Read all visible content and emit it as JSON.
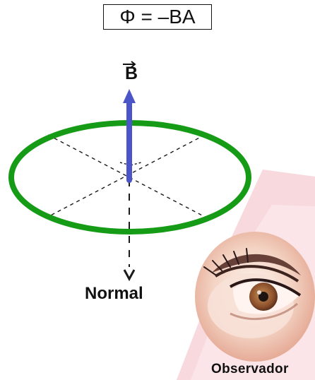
{
  "formula": "Φ = –BA",
  "vector_label": "B",
  "normal_label": "Normal",
  "observer_label": "Observador",
  "colors": {
    "loop": "#159b16",
    "arrow": "#4c55c8",
    "dash": "#1b1b1b",
    "watermark": "#f7d7dc",
    "eye_shadow": "#d99a86",
    "iris": "#8a4e2a"
  }
}
